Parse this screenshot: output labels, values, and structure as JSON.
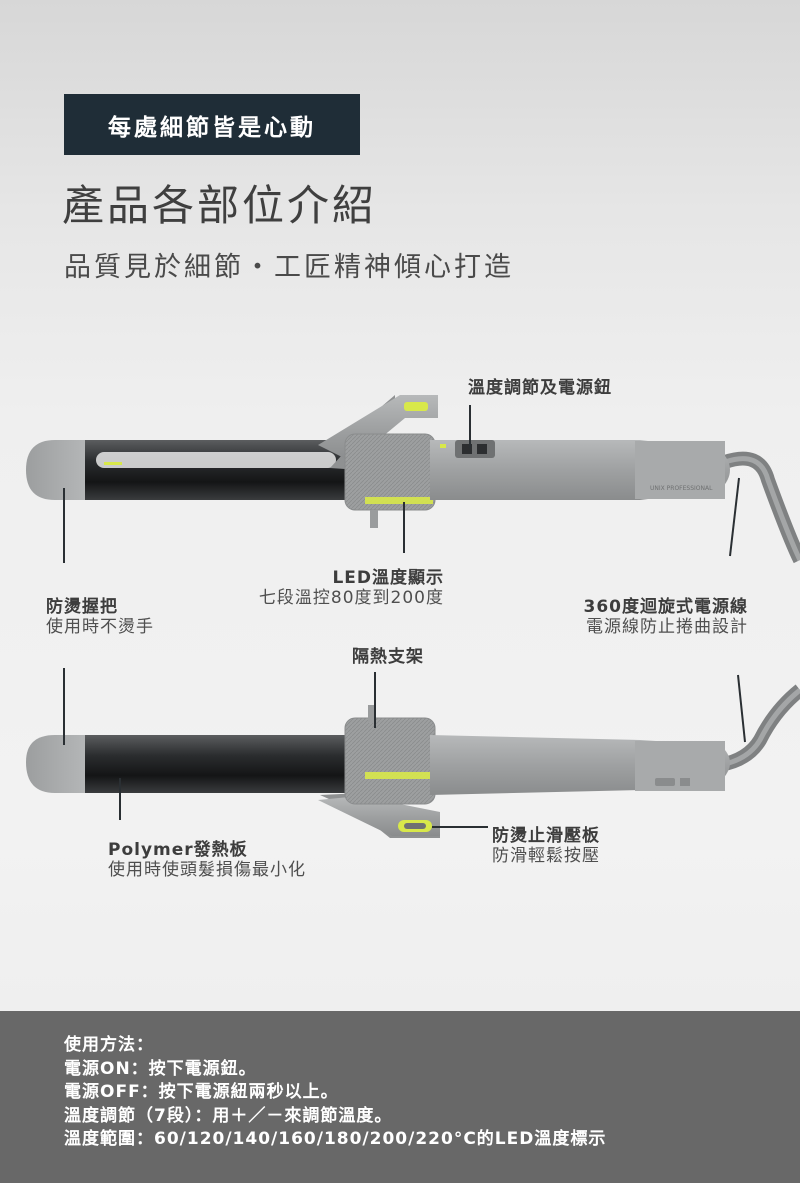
{
  "header": {
    "tagline": "每處細節皆是心動",
    "title": "產品各部位介紹",
    "subtitle": "品質見於細節・工匠精神傾心打造"
  },
  "callouts": {
    "power_button": {
      "title": "溫度調節及電源鈕"
    },
    "led_display": {
      "title": "LED溫度顯示",
      "desc": "七段溫控80度到200度"
    },
    "handle": {
      "title": "防燙握把",
      "desc": "使用時不燙手"
    },
    "cord": {
      "title": "360度迴旋式電源線",
      "desc": "電源線防止捲曲設計"
    },
    "stand": {
      "title": "隔熱支架"
    },
    "plate": {
      "title": "Polymer發熱板",
      "desc": "使用時使頭髮損傷最小化"
    },
    "lever": {
      "title": "防燙止滑壓板",
      "desc": "防滑輕鬆按壓"
    }
  },
  "colors": {
    "tagline_bg": "#1f2d37",
    "accent_yellow": "#d8e84a",
    "body_gray": "#9a9c9d",
    "footer_bg": "#686868"
  },
  "icons": {
    "device_top": "curling-iron-top-view",
    "device_bottom": "curling-iron-bottom-view"
  },
  "usage": {
    "heading": "使用方法：",
    "lines": [
      "電源ON：按下電源鈕。",
      "電源OFF：按下電源紐兩秒以上。",
      "溫度調節（7段）：用＋／－來調節溫度。",
      "溫度範圍：60/120/140/160/180/200/220°C的LED溫度標示"
    ]
  }
}
